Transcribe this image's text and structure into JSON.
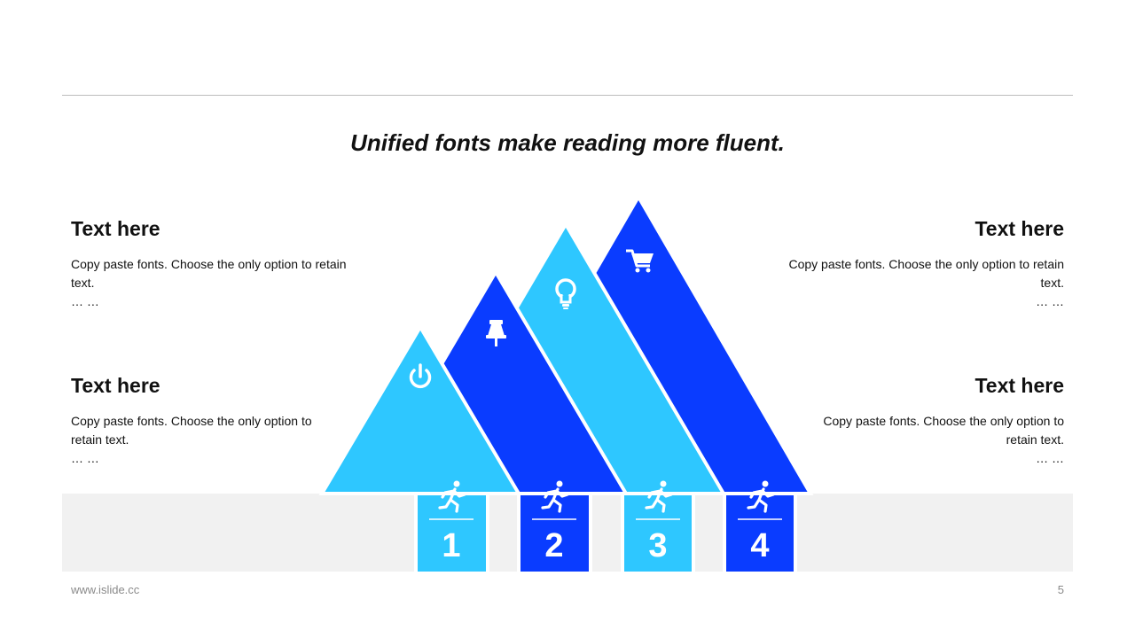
{
  "title": "Unified fonts make reading more fluent.",
  "colors": {
    "light_blue": "#2ec7ff",
    "dark_blue": "#0a3cff",
    "ground": "#f1f1f1"
  },
  "blocks": [
    {
      "heading": "Text here",
      "body": "Copy paste fonts. Choose the only option to retain text.",
      "ellipsis": "… …"
    },
    {
      "heading": "Text here",
      "body": "Copy paste fonts. Choose the only option to retain text.",
      "ellipsis": "… …"
    },
    {
      "heading": "Text here",
      "body": "Copy paste fonts. Choose the only option to retain text.",
      "ellipsis": "… …"
    },
    {
      "heading": "Text here",
      "body": "Copy paste fonts. Choose the only option to retain text.",
      "ellipsis": "… …"
    }
  ],
  "steps": [
    {
      "number": "1",
      "top_icon": "power-icon",
      "bottom_icon": "runner-icon"
    },
    {
      "number": "2",
      "top_icon": "pushpin-icon",
      "bottom_icon": "runner-icon"
    },
    {
      "number": "3",
      "top_icon": "lightbulb-icon",
      "bottom_icon": "runner-icon"
    },
    {
      "number": "4",
      "top_icon": "shopping-cart-icon",
      "bottom_icon": "runner-icon"
    }
  ],
  "footer": {
    "website": "www.islide.cc",
    "page_number": "5"
  }
}
